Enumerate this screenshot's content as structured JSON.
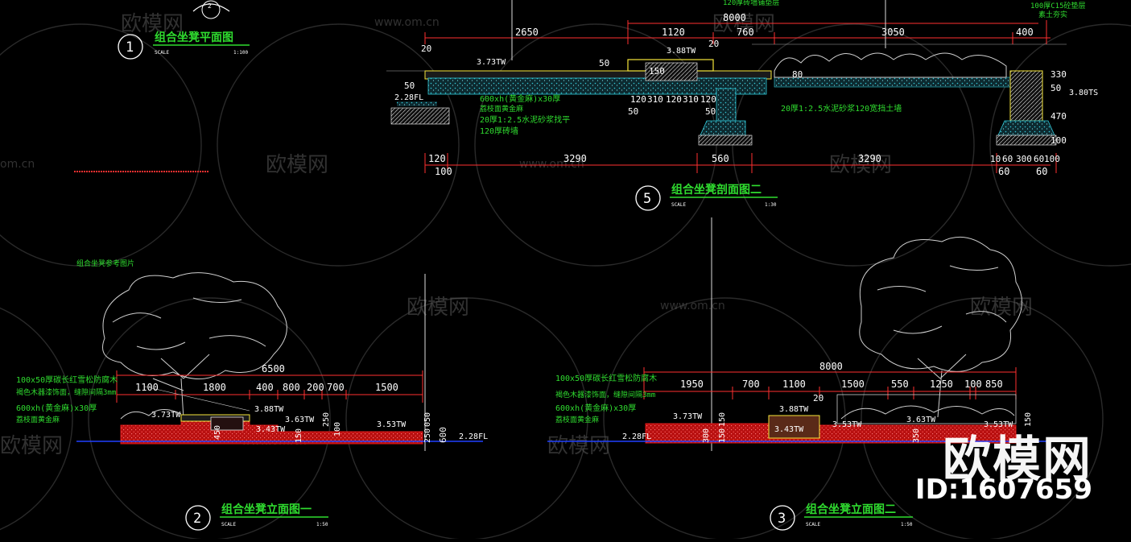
{
  "watermark": {
    "brand": "欧模网",
    "id_label": "ID:1607659",
    "site": "www.om.cn",
    "site_short": "om.cn",
    "repeat": "欧模网"
  },
  "colors": {
    "dimension": "#ff3030",
    "text_white": "#ffffff",
    "annotation": "#2fdc2f",
    "title": "#2fdc2f",
    "section_red": "#e01818",
    "hatch": "#30c8d8",
    "outline": "#f5e53a",
    "ground_line": "#2040ff"
  },
  "views": {
    "plan": {
      "number": "1",
      "title": "组合坐凳平面图",
      "scale_label": "SCALE",
      "scale": "1:100",
      "north_index": "2"
    },
    "section": {
      "number": "5",
      "title": "组合坐凳剖面图二",
      "scale_label": "SCALE",
      "scale": "1:30",
      "dims_top": [
        "2650",
        "1120",
        "760",
        "3050",
        "400"
      ],
      "dims_top_overall": "8000",
      "dims_bottom": [
        "120",
        "100",
        "3290",
        "560",
        "3290",
        "10",
        "60",
        "300",
        "60",
        "100"
      ],
      "dims_bottom_text": [
        "60",
        "60"
      ],
      "dims_mid": [
        "120",
        "310",
        "120",
        "310",
        "120"
      ],
      "dims_right": [
        "330",
        "50",
        "470",
        "100"
      ],
      "dims_misc": [
        "20",
        "20",
        "50",
        "150",
        "50",
        "50",
        "80",
        "50"
      ],
      "levels": [
        "3.73TW",
        "3.88TW",
        "2.28FL",
        "3.80TS"
      ],
      "notes": [
        "600xh(黄金麻)x30厚",
        "荔枝面黄金麻",
        "20厚1:2.5水泥砂浆找平",
        "120厚砖墙",
        "20厚1:2.5水泥砂浆120宽挡土墙",
        "100厚C15砼垫层",
        "素土夯实",
        "120厚砖墙铺垫层"
      ]
    },
    "elevation1": {
      "number": "2",
      "title": "组合坐凳立面图一",
      "scale_label": "SCALE",
      "scale": "1:50",
      "ref_label": "组合坐凳参考图片",
      "overall": "6500",
      "dims": [
        "1100",
        "1800",
        "400",
        "800",
        "200",
        "700",
        "1500"
      ],
      "dims_vertical": [
        "450",
        "250",
        "100",
        "150",
        "250",
        "600",
        "050"
      ],
      "levels": [
        "3.73TW",
        "3.88TW",
        "3.63TW",
        "3.43TW",
        "3.53TW",
        "2.28FL"
      ],
      "notes": [
        "100x50厚碳长红雪松防腐木",
        "褐色木器漆饰面，缝隙间隔3mm",
        "600xh(黄金麻)x30厚",
        "荔枝面黄金麻"
      ]
    },
    "elevation2": {
      "number": "3",
      "title": "组合坐凳立面图二",
      "scale_label": "SCALE",
      "scale": "1:50",
      "overall": "8000",
      "dims": [
        "1950",
        "700",
        "1100",
        "1500",
        "550",
        "1250",
        "100",
        "850"
      ],
      "dims_misc": [
        "20"
      ],
      "dims_vertical": [
        "300",
        "150",
        "150",
        "350",
        "150"
      ],
      "levels": [
        "3.73TW",
        "3.88TW",
        "3.43TW",
        "3.53TW",
        "3.63TW",
        "3.53TW",
        "2.28FL"
      ],
      "notes": [
        "100x50厚碳长红雪松防腐木",
        "褐色木器漆饰面，缝隙间隔3mm",
        "600xh(黄金麻)x30厚",
        "荔枝面黄金麻"
      ]
    }
  }
}
